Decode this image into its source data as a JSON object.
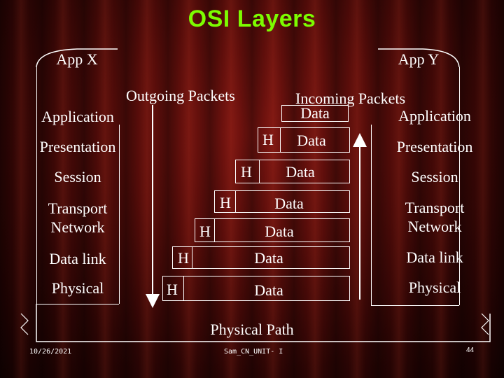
{
  "slide": {
    "title": "OSI Layers",
    "footer_date": "10/26/2021",
    "footer_center": "Sam_CN_UNIT- I",
    "footer_page": "44"
  },
  "apps": {
    "left": "App X",
    "right": "App Y"
  },
  "directions": {
    "outgoing": "Outgoing Packets",
    "incoming": "Incoming Packets"
  },
  "left_layers": [
    "Application",
    "Presentation",
    "Session",
    "Transport",
    "Network",
    "Data link",
    "Physical"
  ],
  "right_layers": [
    "Application",
    "Presentation",
    "Session",
    "Transport",
    "Network",
    "Data link",
    "Physical"
  ],
  "packets": {
    "header_label": "H",
    "data_label": "Data",
    "top_data": "Data"
  },
  "physical_path": "Physical Path",
  "colors": {
    "title": "#7CFC00",
    "text": "#ffffff",
    "background": "#5a0d0a"
  }
}
